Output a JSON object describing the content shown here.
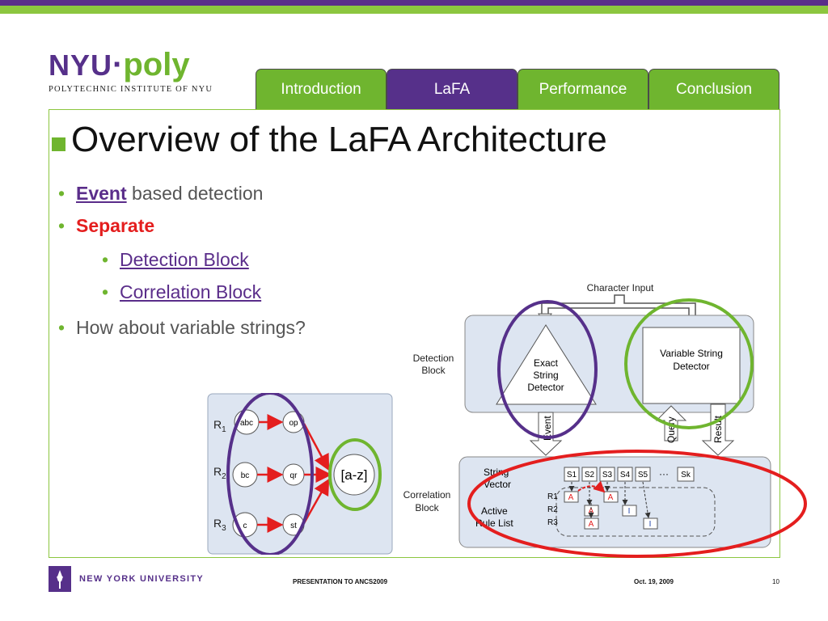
{
  "logo": {
    "brand_left": "NYU",
    "brand_dot": "·",
    "brand_right": "poly",
    "subtitle": "POLYTECHNIC INSTITUTE OF NYU"
  },
  "nav": {
    "tabs": [
      {
        "label": "Introduction",
        "active": false
      },
      {
        "label": "LaFA",
        "active": true
      },
      {
        "label": "Performance",
        "active": false
      },
      {
        "label": "Conclusion",
        "active": false
      }
    ]
  },
  "slide": {
    "title": "Overview of the LaFA Architecture",
    "bullets": {
      "b1_strong": "Event",
      "b1_rest": " based detection",
      "b2": "Separate",
      "b2_sub1": "Detection Block",
      "b2_sub2": "Correlation Block",
      "b3": "How about variable strings?"
    }
  },
  "left_diagram": {
    "rows": [
      {
        "label": "R",
        "sub": "1",
        "nodes": [
          "abc",
          "op"
        ]
      },
      {
        "label": "R",
        "sub": "2",
        "nodes": [
          "bc",
          "qr"
        ]
      },
      {
        "label": "R",
        "sub": "3",
        "nodes": [
          "c",
          "st"
        ]
      }
    ],
    "target": "[a-z]"
  },
  "right_diagram": {
    "character_input": "Character Input",
    "detection_block": "Detection Block",
    "exact_line1": "Exact",
    "exact_line2": "String",
    "exact_line3": "Detector",
    "variable_line1": "Variable String",
    "variable_line2": "Detector",
    "event": "Event",
    "query": "Query",
    "result": "Result",
    "correlation_block": "Correlation Block",
    "string_vector_1": "String",
    "string_vector_2": "Vector",
    "active_rule_1": "Active",
    "active_rule_2": "Rule List",
    "vector_cells": [
      "S1",
      "S2",
      "S3",
      "S4",
      "S5",
      "···",
      "Sk"
    ],
    "rule_rows": [
      "R1",
      "R2",
      "R3"
    ],
    "cell_A": "A",
    "cell_I": "I"
  },
  "footer": {
    "nyu": "NEW YORK UNIVERSITY",
    "presentation": "PRESENTATION TO ANCS2009",
    "date": "Oct. 19, 2009",
    "page": "10"
  },
  "colors": {
    "purple": "#5a2d8a",
    "green": "#6fb52f",
    "red": "#e41e1e",
    "panel": "#dde5f1"
  }
}
